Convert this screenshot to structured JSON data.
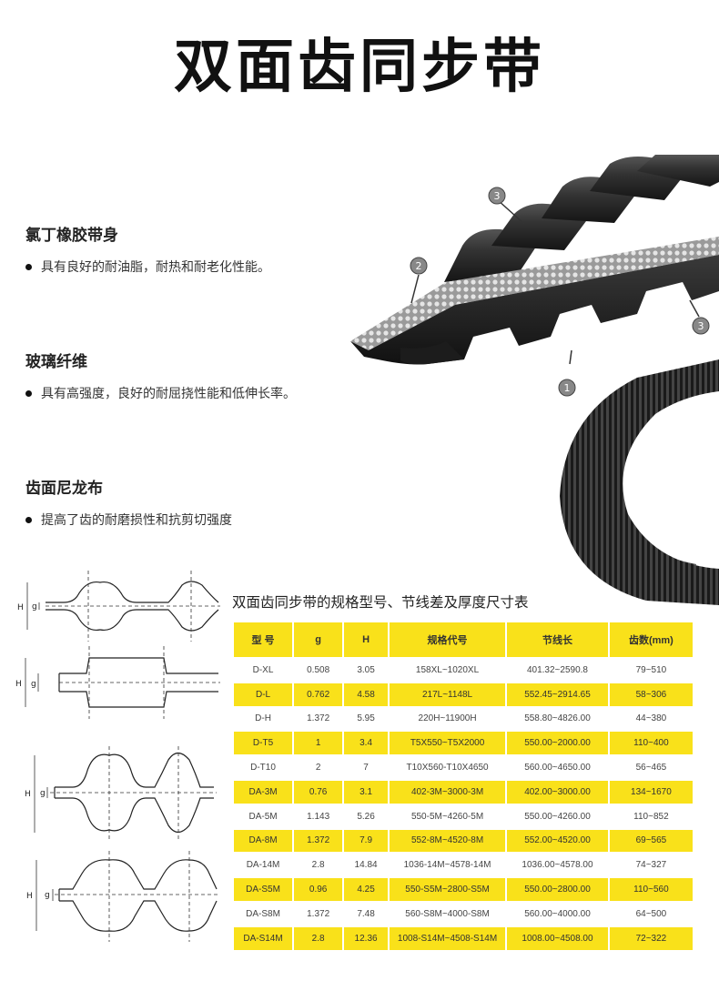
{
  "title": "双面齿同步带",
  "features": [
    {
      "heading": "氯丁橡胶带身",
      "desc": "具有良好的耐油脂，耐热和耐老化性能。"
    },
    {
      "heading": "玻璃纤维",
      "desc": "具有高强度，良好的耐屈挠性能和低伸长率。"
    },
    {
      "heading": "齿面尼龙布",
      "desc": "提高了齿的耐磨损性和抗剪切强度"
    }
  ],
  "callouts": {
    "c1": "1",
    "c2": "2",
    "c3a": "3",
    "c3b": "3"
  },
  "profile_labels": {
    "H": "H",
    "g": "g"
  },
  "table": {
    "title": "双面齿同步带的规格型号、节线差及厚度尺寸表",
    "headers": [
      "型 号",
      "g",
      "H",
      "规格代号",
      "节线长",
      "齿数(mm)"
    ],
    "rows": [
      [
        "D-XL",
        "0.508",
        "3.05",
        "158XL~1020XL",
        "401.32~2590.8",
        "79~510"
      ],
      [
        "D-L",
        "0.762",
        "4.58",
        "217L~1148L",
        "552.45~2914.65",
        "58~306"
      ],
      [
        "D-H",
        "1.372",
        "5.95",
        "220H~11900H",
        "558.80~4826.00",
        "44~380"
      ],
      [
        "D-T5",
        "1",
        "3.4",
        "T5X550~T5X2000",
        "550.00~2000.00",
        "110~400"
      ],
      [
        "D-T10",
        "2",
        "7",
        "T10X560-T10X4650",
        "560.00~4650.00",
        "56~465"
      ],
      [
        "DA-3M",
        "0.76",
        "3.1",
        "402-3M~3000-3M",
        "402.00~3000.00",
        "134~1670"
      ],
      [
        "DA-5M",
        "1.143",
        "5.26",
        "550-5M~4260-5M",
        "550.00~4260.00",
        "110~852"
      ],
      [
        "DA-8M",
        "1.372",
        "7.9",
        "552-8M~4520-8M",
        "552.00~4520.00",
        "69~565"
      ],
      [
        "DA-14M",
        "2.8",
        "14.84",
        "1036-14M~4578-14M",
        "1036.00~4578.00",
        "74~327"
      ],
      [
        "DA-S5M",
        "0.96",
        "4.25",
        "550-S5M~2800-S5M",
        "550.00~2800.00",
        "110~560"
      ],
      [
        "DA-S8M",
        "1.372",
        "7.48",
        "560-S8M~4000-S8M",
        "560.00~4000.00",
        "64~500"
      ],
      [
        "DA-S14M",
        "2.8",
        "12.36",
        "1008-S14M~4508-S14M",
        "1008.00~4508.00",
        "72~322"
      ]
    ]
  },
  "colors": {
    "highlight": "#f9e11a",
    "belt": "#2a2a2a"
  }
}
